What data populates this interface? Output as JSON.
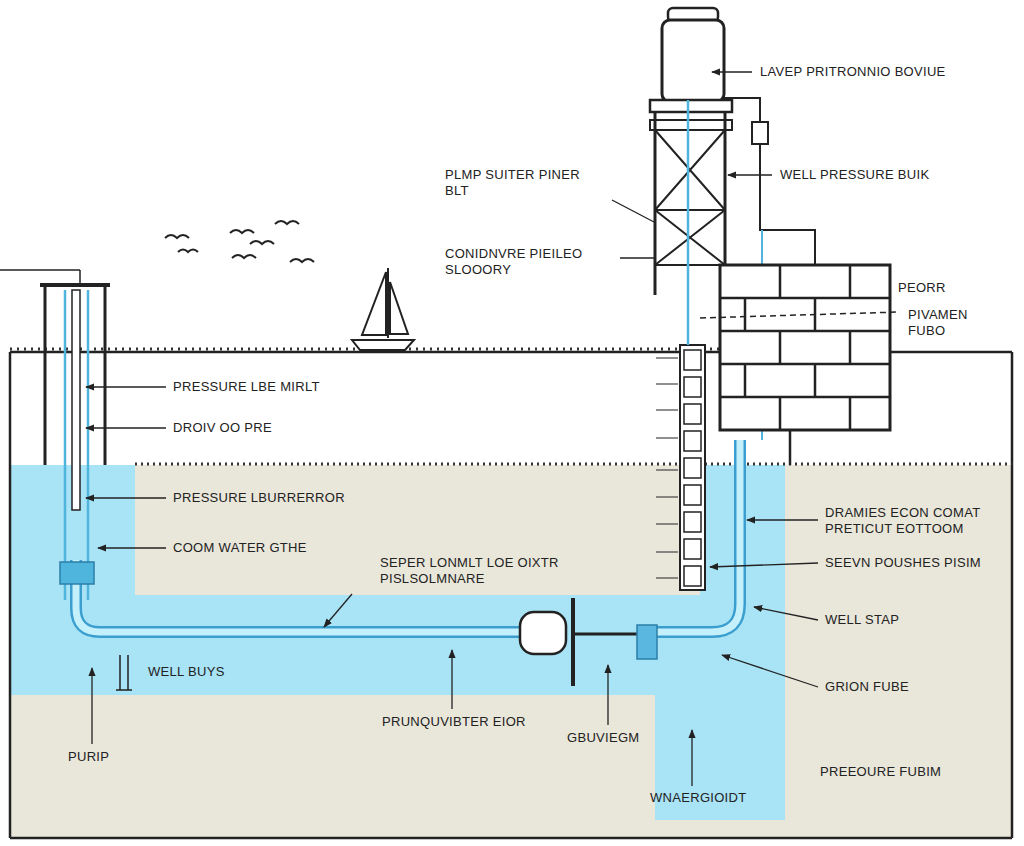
{
  "diagram": {
    "labels": [
      "LAVEP PRITRONNIO BOVIUE",
      "PLMP SUITER PINER BLT",
      "WELL PRESSURE BUIK",
      "CONIDNVRE PIEILEO SLOOORY",
      "PEORR",
      "PIVAMEN FUBO",
      "PRESSURE LBE MIRLT",
      "DROIV OO PRE",
      "PRESSURE LBURRERROR",
      "DRAMIES ECON COMAT PRETICUT EOTTOOM",
      "COOM WATER GTHE",
      "SEPER LONMLT LOE OIXTR PISLSOLMNARE",
      "SEEVN POUSHES PISIM",
      "WELL STAP",
      "WELL BUYS",
      "GRION FUBE",
      "PRUNQUVIBTER EIOR",
      "GBUVIEGM",
      "PURIP",
      "PREEOURE FUBIM",
      "WNAERGIOIDT"
    ]
  }
}
